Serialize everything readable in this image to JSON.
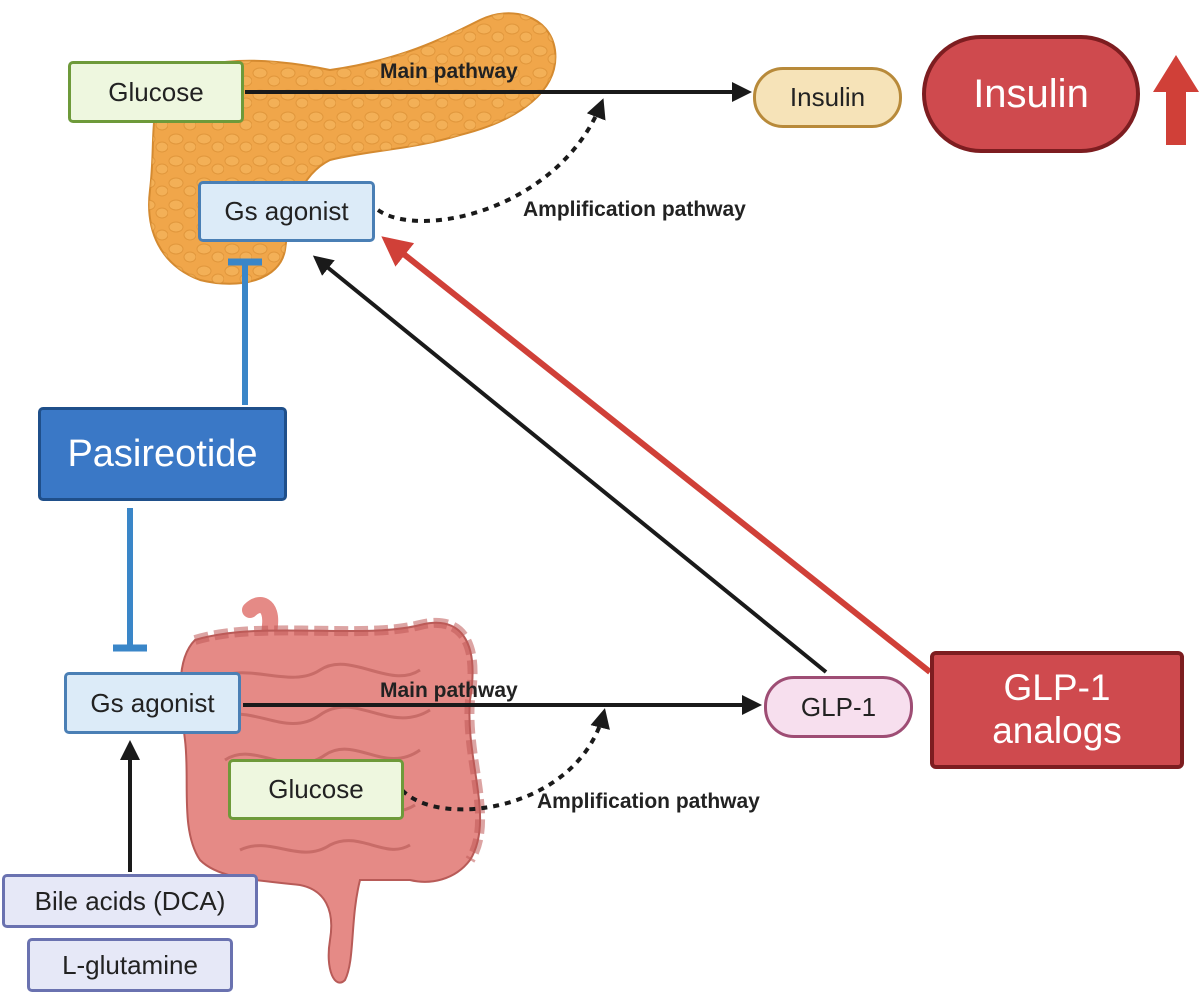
{
  "labels": {
    "main_pathway": "Main pathway",
    "amplification_pathway": "Amplification  pathway"
  },
  "nodes": {
    "glucose_top": "Glucose",
    "gs_agonist_top": "Gs agonist",
    "insulin_small": "Insulin",
    "insulin_big": "Insulin",
    "pasireotide": "Pasireotide",
    "gs_agonist_bottom": "Gs agonist",
    "glp1_small": "GLP-1",
    "glp1_analogs": "GLP-1 analogs",
    "glucose_bottom": "Glucose",
    "bile_acids": "Bile acids (DCA)",
    "l_glutamine": "L-glutamine"
  },
  "colors": {
    "pancreas": "#f0a64a",
    "intestine": "#e58a86",
    "inhibit": "#3a86c8",
    "stimulate_red": "#d04038",
    "arrow_black": "#1a1a1a"
  },
  "icons": {
    "organ_top": "pancreas-icon",
    "organ_bottom": "intestine-icon",
    "increase": "up-arrow-icon"
  }
}
